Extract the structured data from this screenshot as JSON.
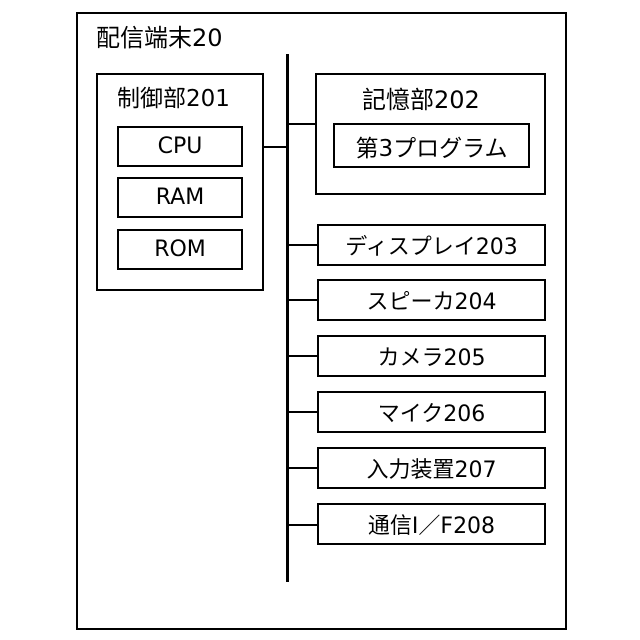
{
  "terminal": {
    "title": "配信端末20"
  },
  "control": {
    "title": "制御部201",
    "items": [
      "CPU",
      "RAM",
      "ROM"
    ]
  },
  "storage": {
    "title": "記憶部202",
    "program": "第3プログラム"
  },
  "peripherals": [
    "ディスプレイ203",
    "スピーカ204",
    "カメラ205",
    "マイク206",
    "入力装置207",
    "通信I／F208"
  ]
}
